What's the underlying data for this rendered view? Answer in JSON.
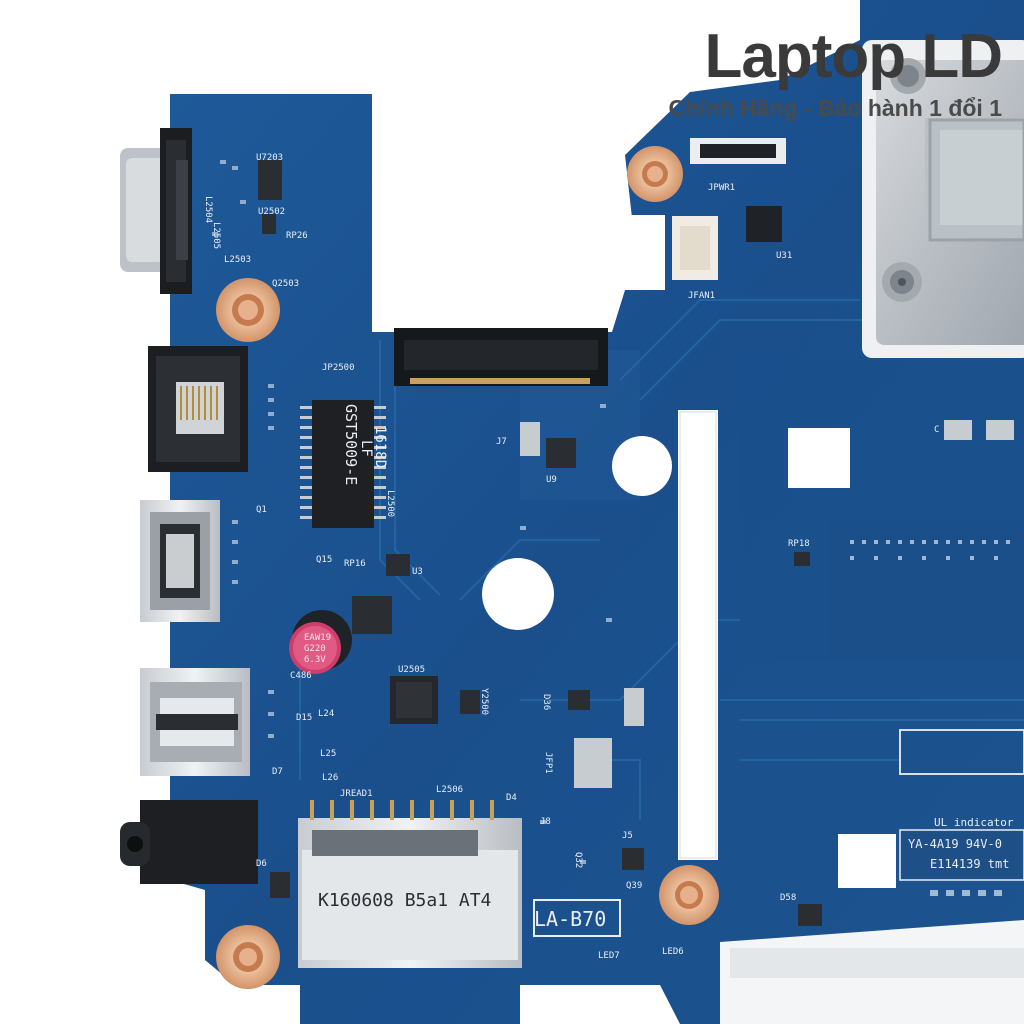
{
  "overlay": {
    "brand": "Laptop LD",
    "tagline": "Chính Hãng - Bảo hành 1 đổi 1"
  },
  "board": {
    "model_label": "LA-B70",
    "card_reader_print": "K160608 B5a1 AT4",
    "transformer_print": [
      "GST5009-E",
      "LF",
      "1618D"
    ],
    "capacitor_print": [
      "EAW19",
      "G220",
      "6.3V"
    ],
    "ul_lines": [
      "UL indicator",
      "YA-4A19 94V-0",
      "E114139 tmt"
    ],
    "silk_labels": {
      "u7203": "U7203",
      "l2504": "L2504",
      "l2505": "L2505",
      "u2502": "U2502",
      "rp26": "RP26",
      "l2503": "L2503",
      "q2503": "Q2503",
      "jp2500": "JP2500",
      "l2500": "L2500",
      "j7": "J7",
      "u9": "U9",
      "q15": "Q15",
      "rp16": "RP16",
      "u3": "U3",
      "q1": "Q1",
      "c486": "C486",
      "u2505": "U2505",
      "y2500": "Y2500",
      "d15": "D15",
      "l24": "L24",
      "l25": "L25",
      "l26": "L26",
      "d7": "D7",
      "jread1": "JREAD1",
      "l2506": "L2506",
      "d4": "D4",
      "d6": "D6",
      "j5": "J5",
      "q32": "Q32",
      "q39": "Q39",
      "d36": "D36",
      "jfp1": "JFP1",
      "j8": "J8",
      "jpwr1": "JPWR1",
      "jfan1": "JFAN1",
      "u31": "U31",
      "rp18": "RP18",
      "d58": "D58",
      "led7": "LED7",
      "led6": "LED6",
      "c": "C"
    }
  }
}
